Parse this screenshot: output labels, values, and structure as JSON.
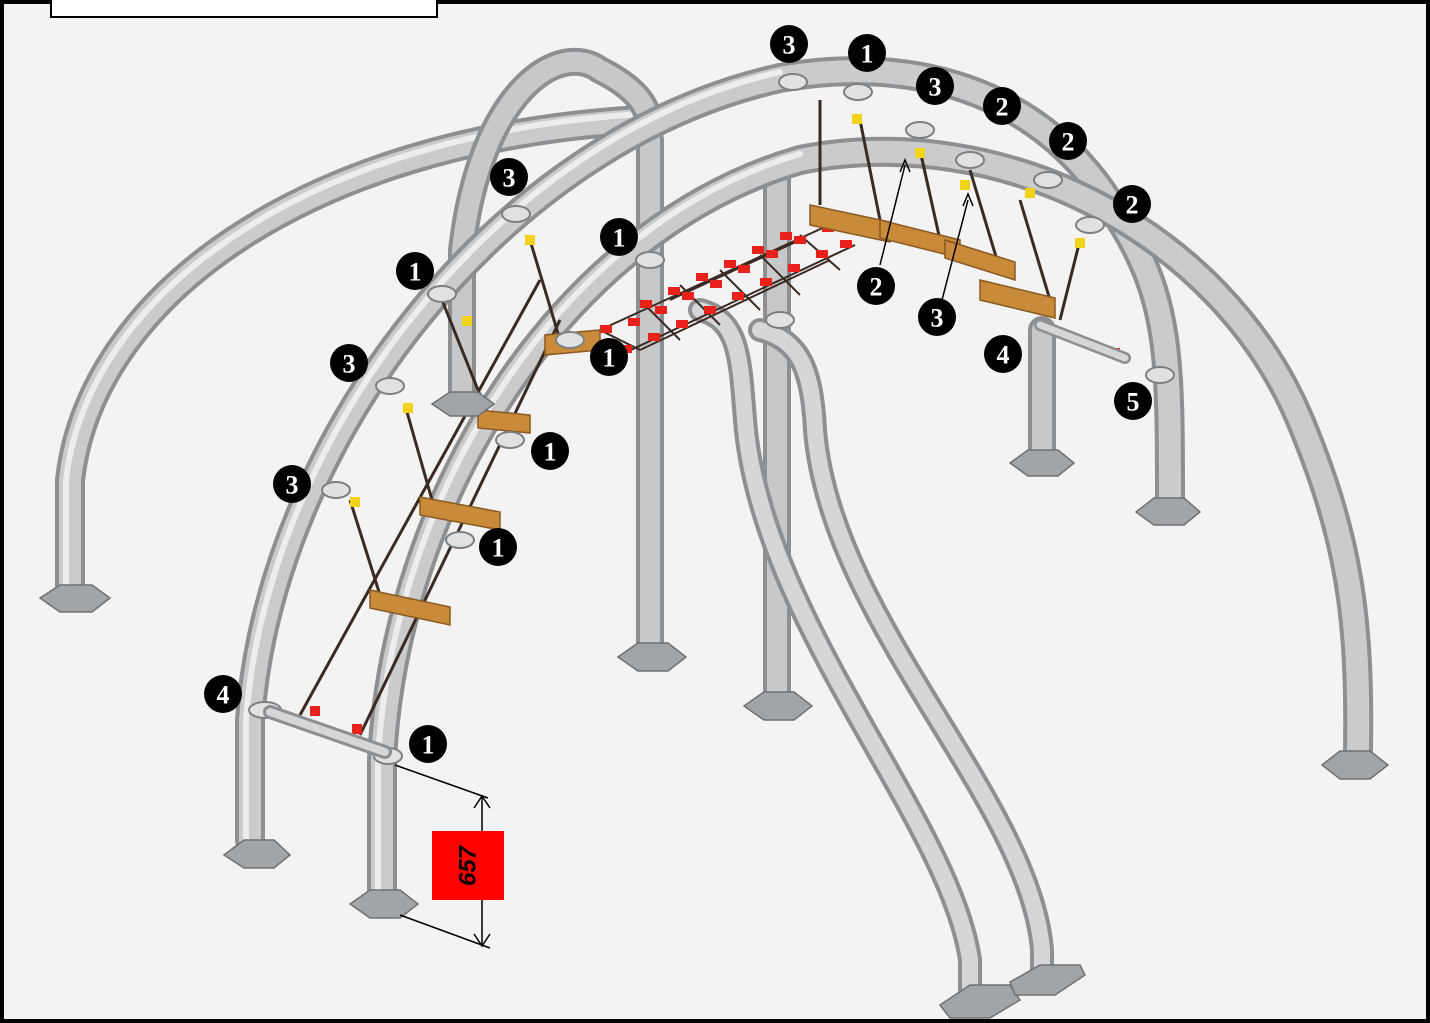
{
  "markers": [
    {
      "id": "m1",
      "label": "3"
    },
    {
      "id": "m2",
      "label": "1"
    },
    {
      "id": "m3",
      "label": "3"
    },
    {
      "id": "m4",
      "label": "2"
    },
    {
      "id": "m5",
      "label": "2"
    },
    {
      "id": "m6",
      "label": "2"
    },
    {
      "id": "m7",
      "label": "3"
    },
    {
      "id": "m8",
      "label": "1"
    },
    {
      "id": "m9",
      "label": "2"
    },
    {
      "id": "m10",
      "label": "3"
    },
    {
      "id": "m11",
      "label": "1"
    },
    {
      "id": "m12",
      "label": "3"
    },
    {
      "id": "m13",
      "label": "1"
    },
    {
      "id": "m14",
      "label": "4"
    },
    {
      "id": "m15",
      "label": "5"
    },
    {
      "id": "m16",
      "label": "1"
    },
    {
      "id": "m17",
      "label": "3"
    },
    {
      "id": "m18",
      "label": "1"
    },
    {
      "id": "m19",
      "label": "4"
    },
    {
      "id": "m20",
      "label": "1"
    }
  ],
  "dimension": {
    "value": "657",
    "color": "#ff0000"
  },
  "colors": {
    "tube": "#b8babc",
    "tube_light": "#e6e7e8",
    "tube_dark": "#8d9093",
    "wood": "#c98a3a",
    "rope_clamp": "#e8221b",
    "rope": "#3a2a22",
    "yellow": "#f2d21b",
    "base": "#9fa2a5"
  }
}
